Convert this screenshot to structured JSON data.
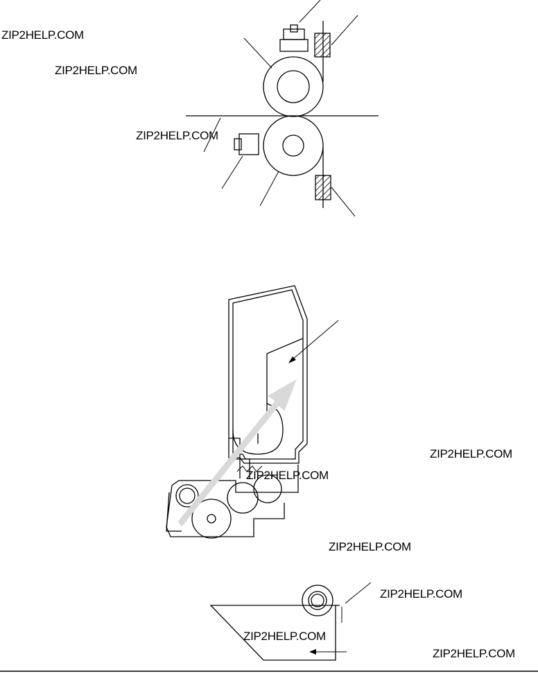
{
  "watermarks": [
    "ZIP2HELP.COM",
    "ZIP2HELP.COM",
    "ZIP2HELP.COM",
    "ZIP2HELP.COM",
    "ZIP2HELP.COM",
    "ZIP2HELP.COM",
    "ZIP2HELP.COM",
    "ZIP2HELP.COM",
    "ZIP2HELP.COM"
  ],
  "colors": {
    "ink": "#000000",
    "arrow_fill": "#d9d9d9",
    "background": "#ffffff"
  }
}
